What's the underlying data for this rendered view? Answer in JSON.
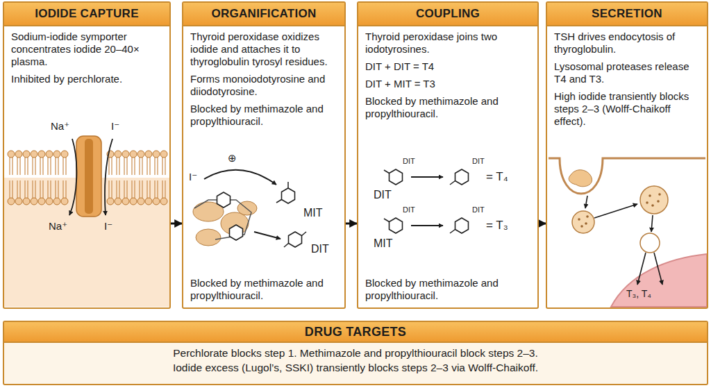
{
  "diagram": {
    "nodes": [
      {
        "text": [
          "IODIDE CAPTURE",
          "Sodium-iodide symporter concentrates iodide 20–40× plasma.",
          "Inhibited by perchlorate."
        ]
      },
      {
        "text": [
          "ORGANIFICATION",
          "Thyroid peroxidase oxidizes iodide and attaches it to thyroglobulin tyrosyl residues.",
          "Forms monoiodotyrosine and diiodotyrosine.",
          "Blocked by methimazole and propylthiouracil.",
          "Blocked by methimazole and propylthiouracil."
        ]
      },
      {
        "text": [
          "COUPLING",
          "Thyroid peroxidase joins two iodotyrosines.",
          "DIT + DIT = T4",
          "DIT + MIT = T3",
          "Blocked by methimazole and propylthiouracil.",
          "Blocked by methimazole and propylthiouracil."
        ]
      },
      {
        "text": [
          "SECRETION",
          "TSH drives endocytosis of thyroglobulin.",
          "Lysosomal proteases release T4 and T3.",
          "High iodide transiently blocks steps 2–3 (Wolff-Chaikoff effect)."
        ]
      },
      {
        "text": [
          "DRUG TARGETS",
          "Perchlorate blocks step 1. Methimazole and propylthiouracil block steps 2–3.",
          "Iodide excess (Lugol’s, SSKI) transiently blocks steps 2–3 via Wolff-Chaikoff."
        ]
      }
    ],
    "edges": [
      {
        "from": 0,
        "to": 1,
        "arrow": "to"
      },
      {
        "from": 1,
        "to": 2,
        "arrow": "to"
      },
      {
        "from": 2,
        "to": 3,
        "arrow": "to"
      }
    ],
    "labels": [
      "Na⁺",
      "I⁻",
      "Na⁺",
      "I⁻",
      "I⁻",
      "⊕",
      "MIT",
      "DIT",
      "DIT",
      "DIT",
      "DIT",
      "= T₄",
      "MIT",
      "DIT",
      "DIT",
      "= T₃",
      "T₃, T₄"
    ]
  }
}
